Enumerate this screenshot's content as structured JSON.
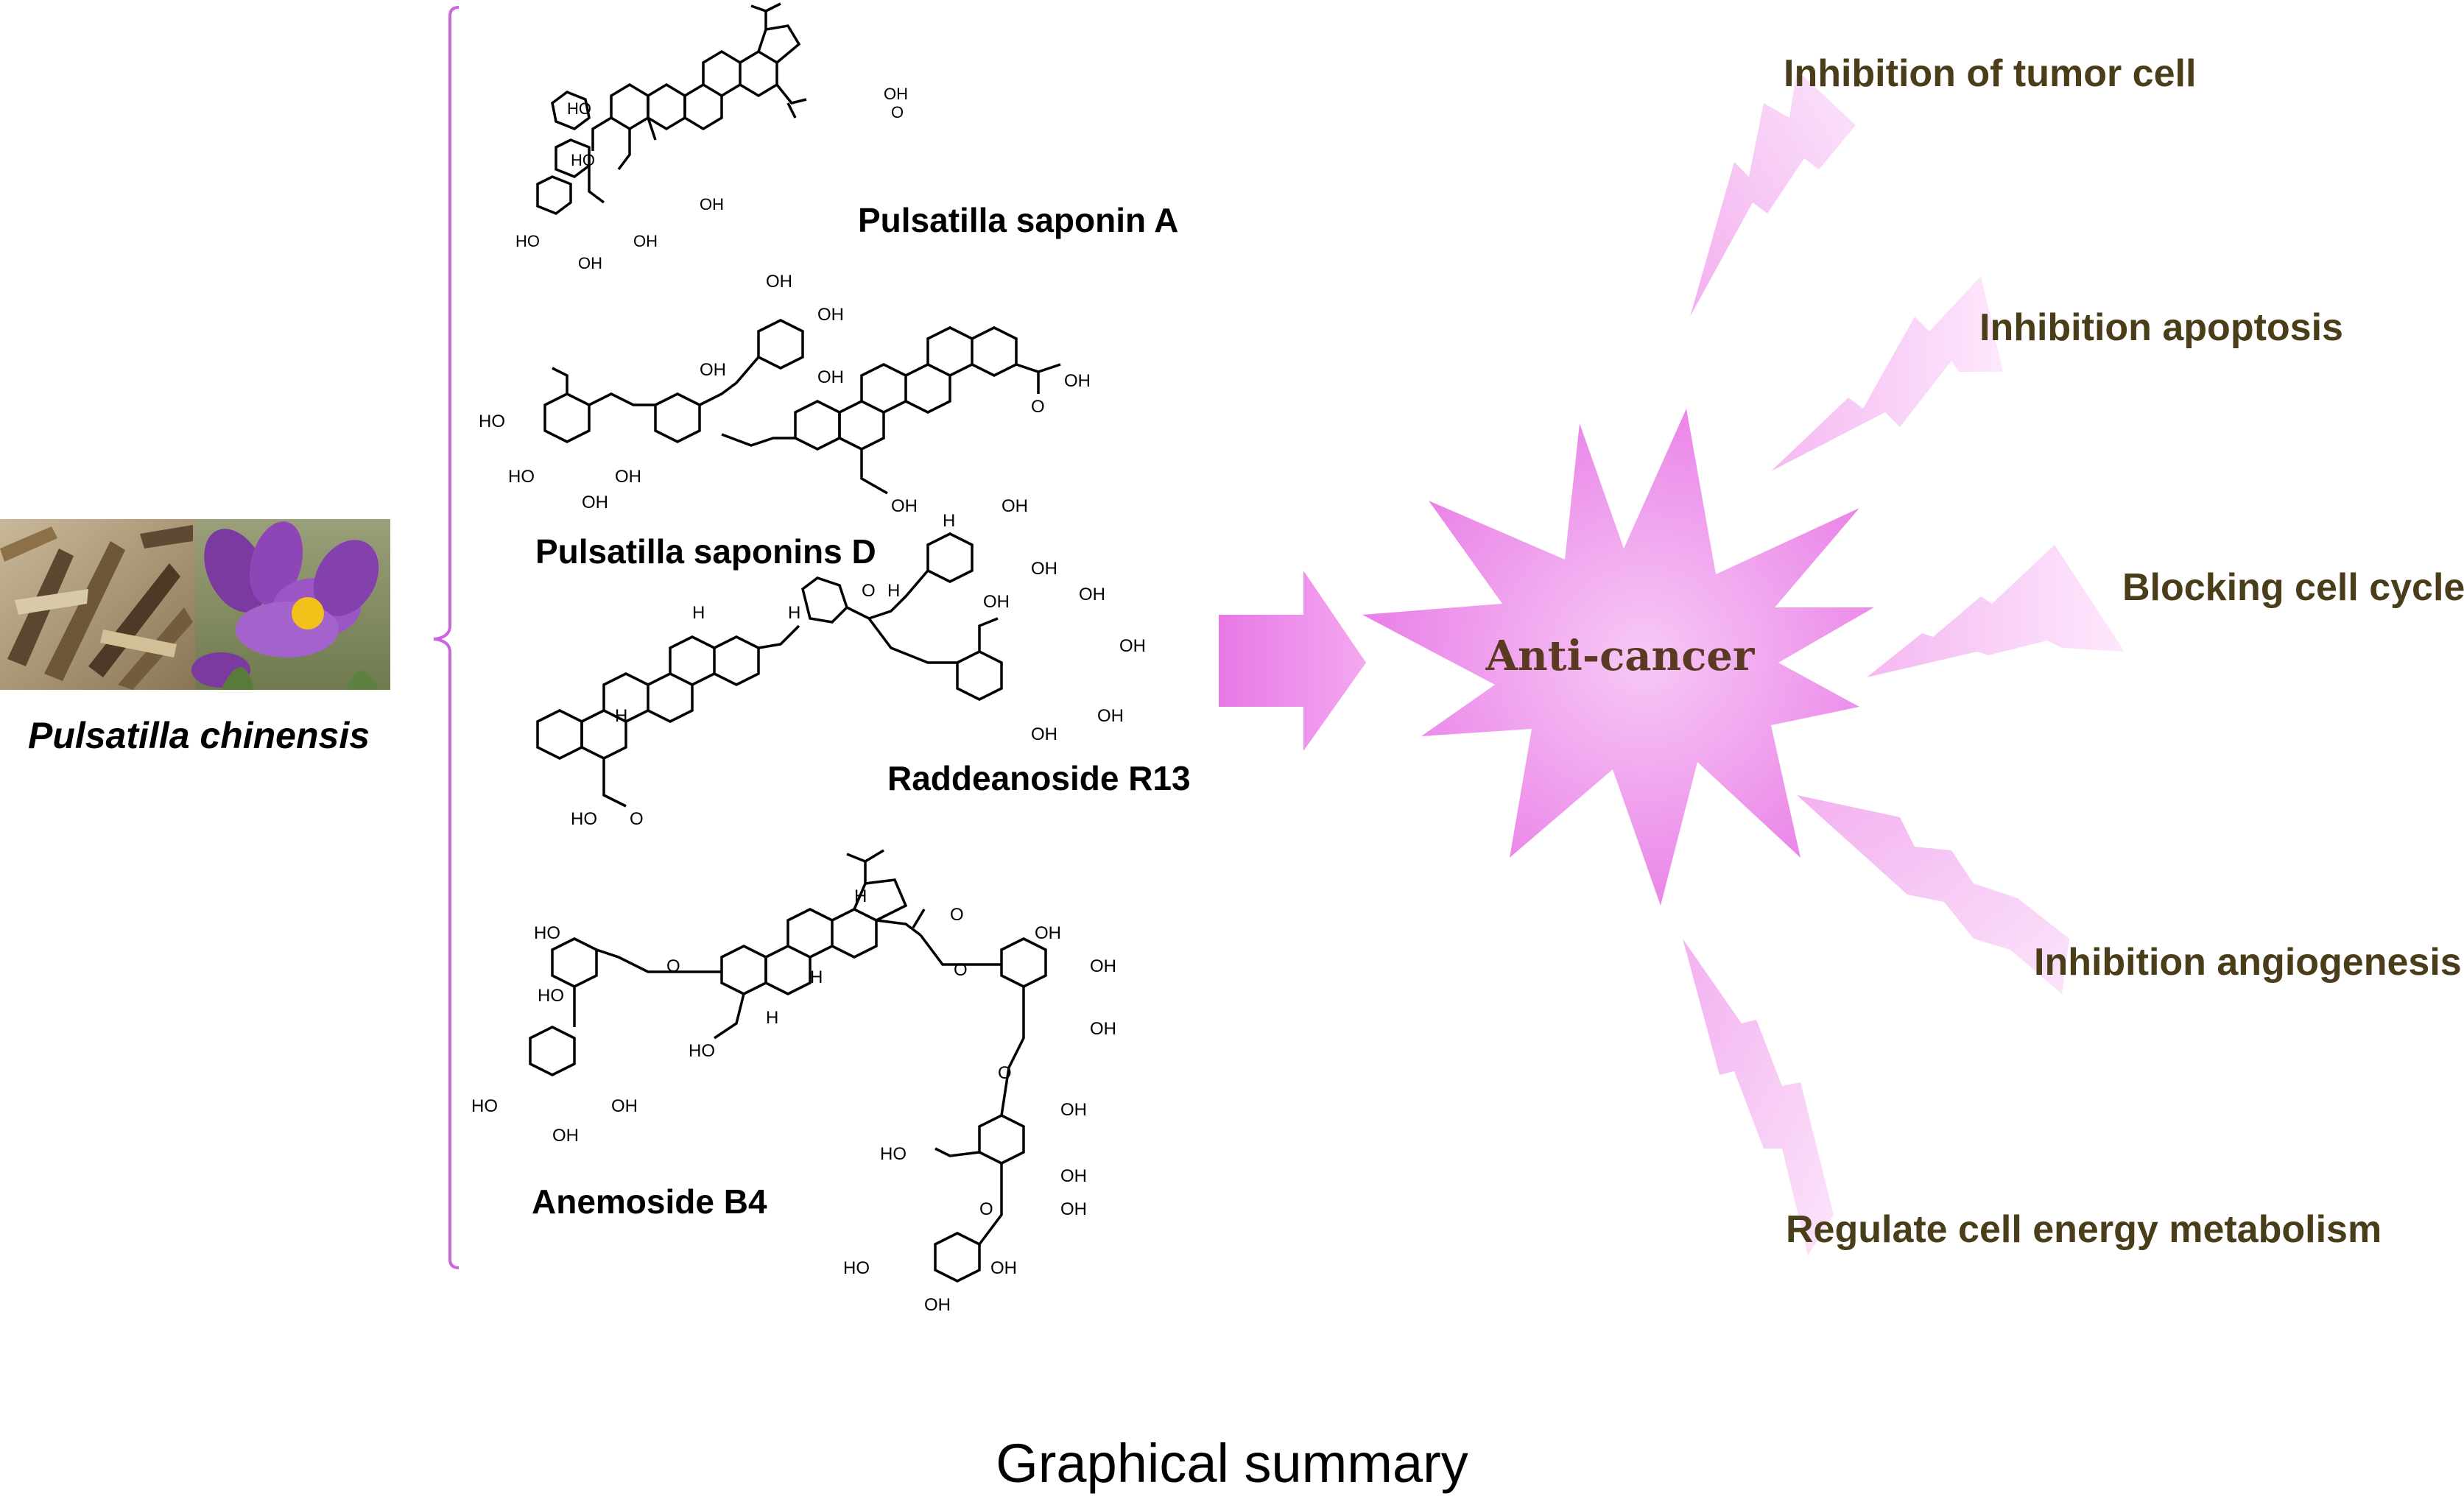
{
  "plant": {
    "name": "Pulsatilla chinensis",
    "photo_icons": [
      "dried-root-photo-icon",
      "purple-flower-photo-icon"
    ]
  },
  "compounds": [
    {
      "name": "Pulsatilla saponin A"
    },
    {
      "name": "Pulsatilla saponins D"
    },
    {
      "name": "Raddeanoside R13"
    },
    {
      "name": "Anemoside B4"
    }
  ],
  "structure_labels": {
    "oh": "OH",
    "ho": "HO",
    "o": "O",
    "h": "H"
  },
  "center": {
    "label": "Anti-cancer"
  },
  "effects": [
    {
      "label": "Inhibition of tumor cell"
    },
    {
      "label": "Inhibition apoptosis"
    },
    {
      "label": "Blocking cell cycle"
    },
    {
      "label": "Inhibition angiogenesis"
    },
    {
      "label": "Regulate cell energy metabolism"
    }
  ],
  "footer": {
    "caption": "Graphical summary"
  },
  "colors": {
    "bracket": "#cc66dd",
    "star_edge": "#e878e6",
    "star_center": "#f7c9f5",
    "effect_text": "#4a3e1a",
    "center_text": "#5a3a22"
  }
}
